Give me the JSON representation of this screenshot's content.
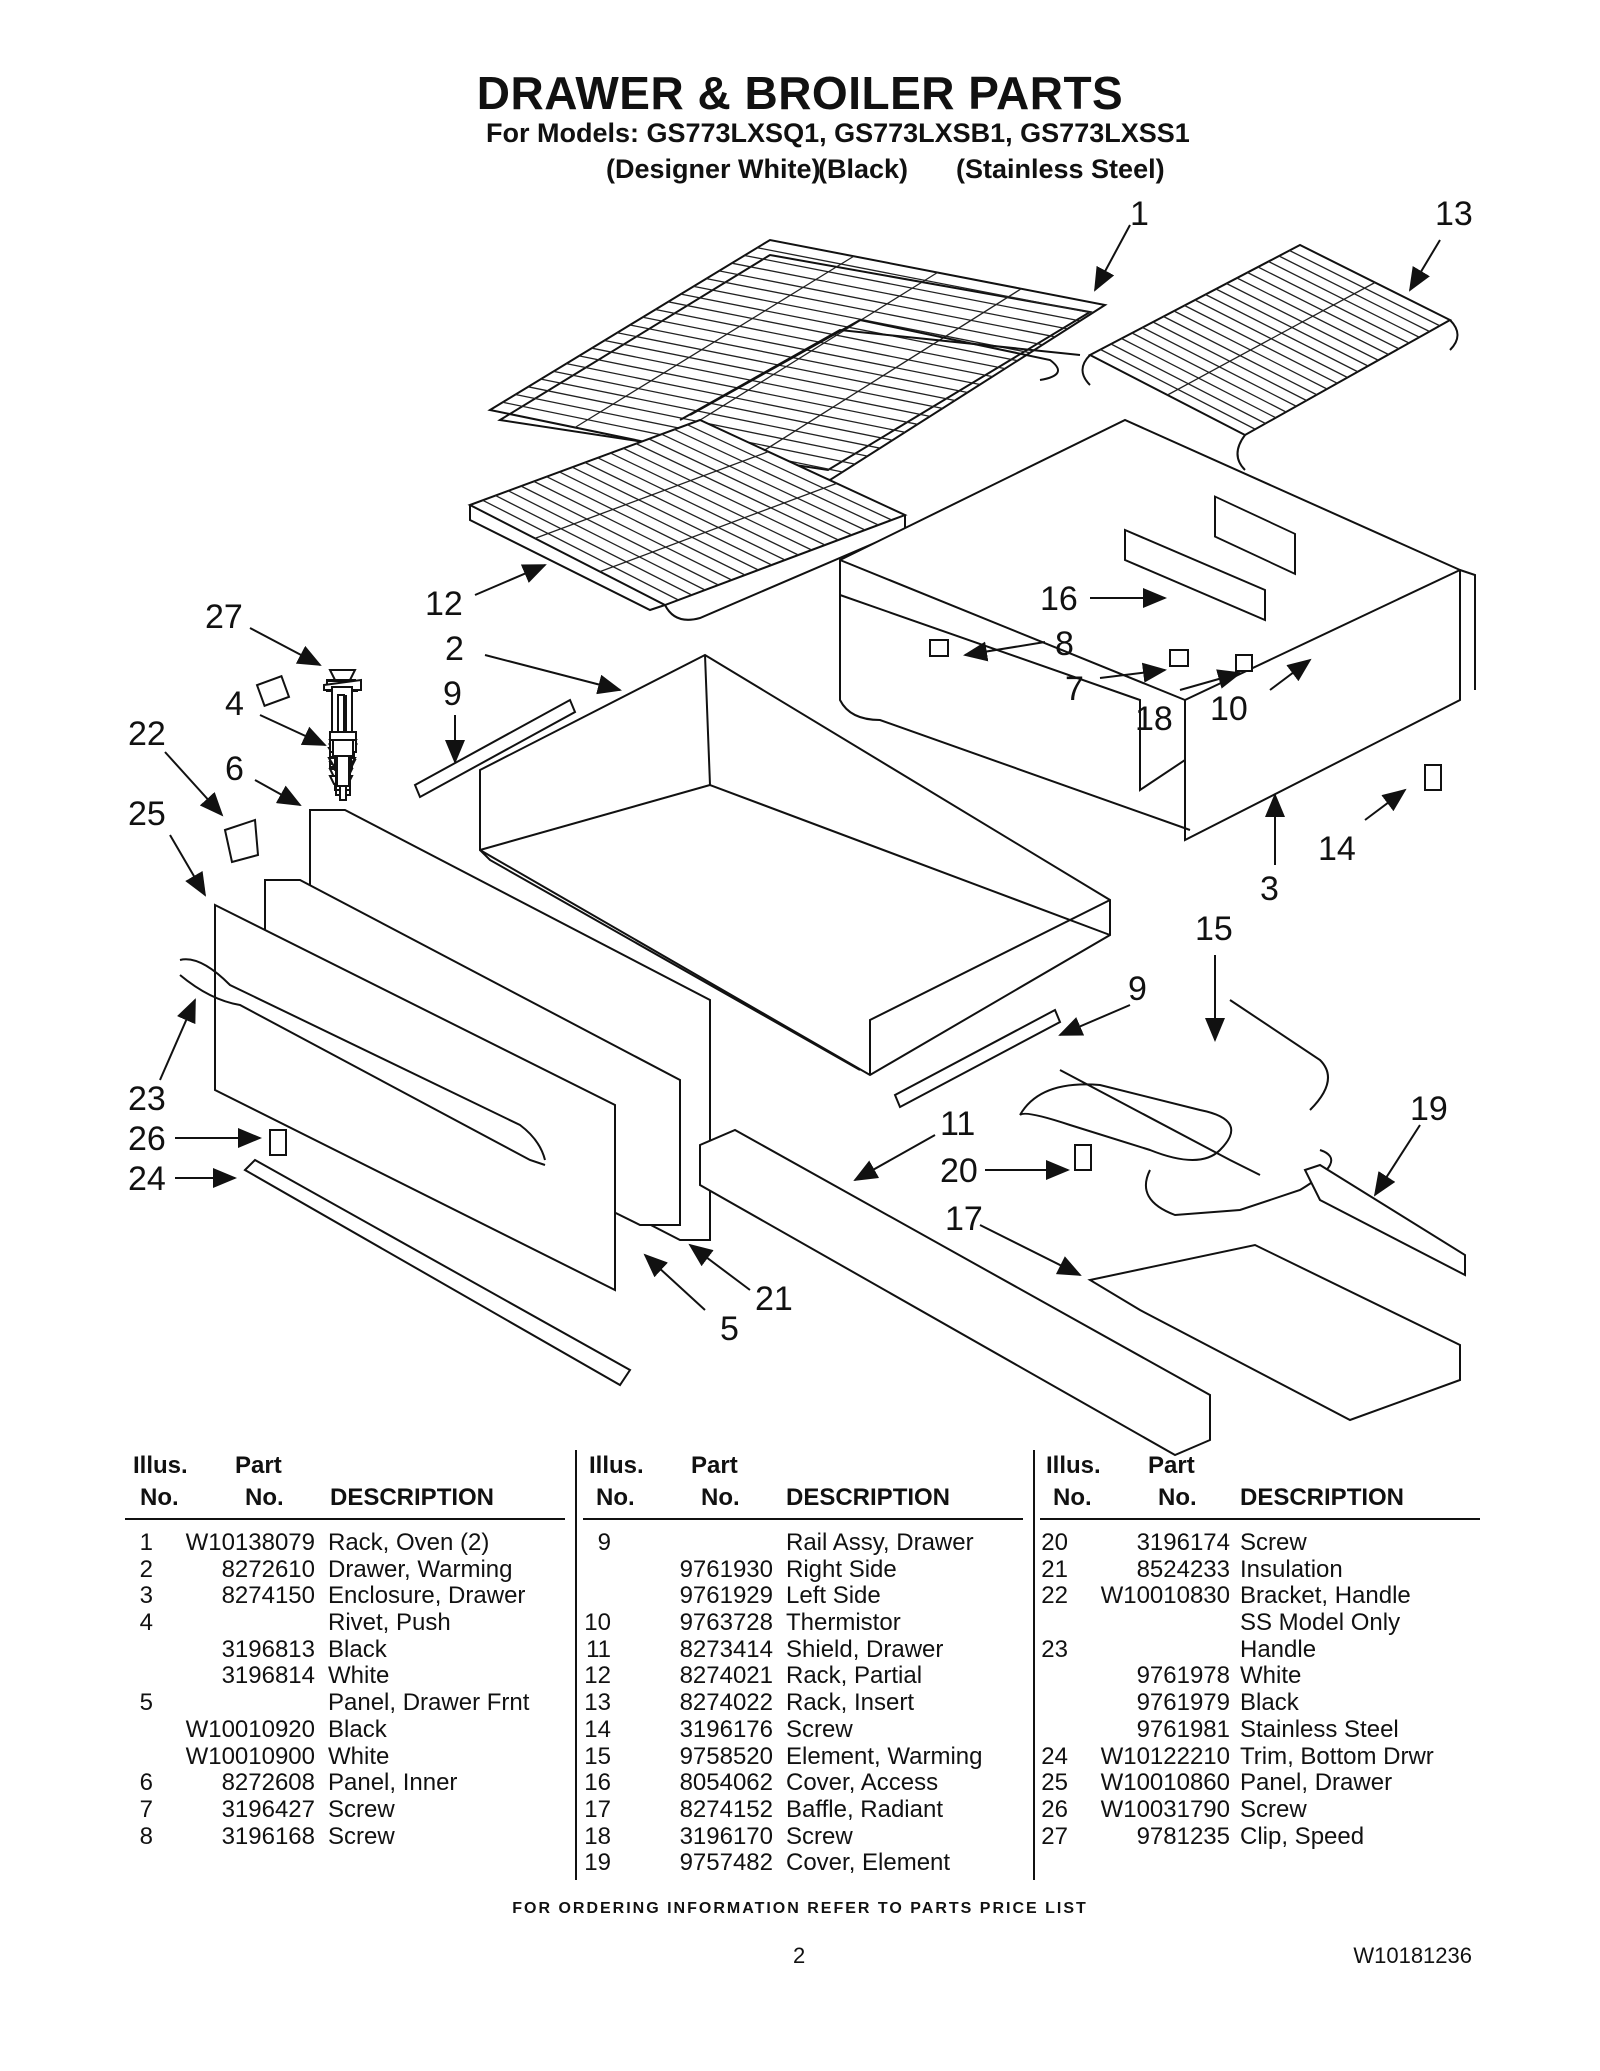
{
  "header": {
    "title": "DRAWER & BROILER PARTS",
    "models_line": "For Models: GS773LXSQ1, GS773LXSB1, GS773LXSS1",
    "variants": [
      "(Designer White)",
      "(Black)",
      "(Stainless Steel)"
    ]
  },
  "callouts": [
    "1",
    "13",
    "12",
    "16",
    "8",
    "7",
    "18",
    "10",
    "27",
    "2",
    "9",
    "4",
    "22",
    "6",
    "25",
    "3",
    "14",
    "15",
    "9",
    "23",
    "26",
    "24",
    "11",
    "20",
    "19",
    "17",
    "21",
    "5"
  ],
  "table_headers": {
    "illus_top": "Illus.",
    "illus_bottom": "No.",
    "part_top": "Part",
    "part_bottom": "No.",
    "description": "DESCRIPTION"
  },
  "columns": [
    [
      {
        "illus": "1",
        "part": "W10138079",
        "desc": "Rack, Oven (2)"
      },
      {
        "illus": "2",
        "part": "8272610",
        "desc": "Drawer, Warming"
      },
      {
        "illus": "3",
        "part": "8274150",
        "desc": "Enclosure, Drawer"
      },
      {
        "illus": "4",
        "part": "",
        "desc": "Rivet, Push"
      },
      {
        "illus": "",
        "part": "3196813",
        "desc": "Black"
      },
      {
        "illus": "",
        "part": "3196814",
        "desc": "White"
      },
      {
        "illus": "5",
        "part": "",
        "desc": "Panel, Drawer Frnt"
      },
      {
        "illus": "",
        "part": "W10010920",
        "desc": "Black"
      },
      {
        "illus": "",
        "part": "W10010900",
        "desc": "White"
      },
      {
        "illus": "6",
        "part": "8272608",
        "desc": "Panel, Inner"
      },
      {
        "illus": "7",
        "part": "3196427",
        "desc": "Screw"
      },
      {
        "illus": "8",
        "part": "3196168",
        "desc": "Screw"
      }
    ],
    [
      {
        "illus": "9",
        "part": "",
        "desc": "Rail Assy, Drawer"
      },
      {
        "illus": "",
        "part": "9761930",
        "desc": "Right Side"
      },
      {
        "illus": "",
        "part": "9761929",
        "desc": "Left Side"
      },
      {
        "illus": "10",
        "part": "9763728",
        "desc": "Thermistor"
      },
      {
        "illus": "11",
        "part": "8273414",
        "desc": "Shield, Drawer"
      },
      {
        "illus": "12",
        "part": "8274021",
        "desc": "Rack, Partial"
      },
      {
        "illus": "13",
        "part": "8274022",
        "desc": "Rack, Insert"
      },
      {
        "illus": "14",
        "part": "3196176",
        "desc": "Screw"
      },
      {
        "illus": "15",
        "part": "9758520",
        "desc": "Element, Warming"
      },
      {
        "illus": "16",
        "part": "8054062",
        "desc": "Cover, Access"
      },
      {
        "illus": "17",
        "part": "8274152",
        "desc": "Baffle, Radiant"
      },
      {
        "illus": "18",
        "part": "3196170",
        "desc": "Screw"
      },
      {
        "illus": "19",
        "part": "9757482",
        "desc": "Cover, Element"
      }
    ],
    [
      {
        "illus": "20",
        "part": "3196174",
        "desc": "Screw"
      },
      {
        "illus": "21",
        "part": "8524233",
        "desc": "Insulation"
      },
      {
        "illus": "22",
        "part": "W10010830",
        "desc": "Bracket, Handle"
      },
      {
        "illus": "",
        "part": "",
        "desc": "SS Model Only"
      },
      {
        "illus": "23",
        "part": "",
        "desc": "Handle"
      },
      {
        "illus": "",
        "part": "9761978",
        "desc": "White"
      },
      {
        "illus": "",
        "part": "9761979",
        "desc": "Black"
      },
      {
        "illus": "",
        "part": "9761981",
        "desc": "Stainless Steel"
      },
      {
        "illus": "24",
        "part": "W10122210",
        "desc": "Trim, Bottom Drwr"
      },
      {
        "illus": "25",
        "part": "W10010860",
        "desc": "Panel, Drawer"
      },
      {
        "illus": "26",
        "part": "W10031790",
        "desc": "Screw"
      },
      {
        "illus": "27",
        "part": "9781235",
        "desc": "Clip, Speed"
      }
    ]
  ],
  "footer": {
    "note": "FOR ORDERING INFORMATION REFER TO PARTS PRICE LIST",
    "page": "2",
    "doc_number": "W10181236"
  }
}
